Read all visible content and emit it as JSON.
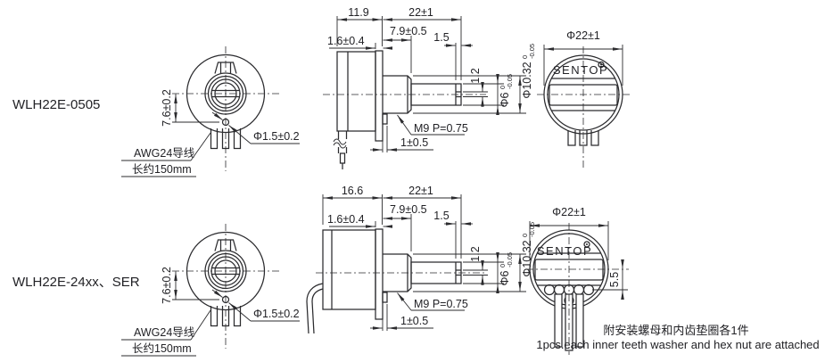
{
  "colors": {
    "line": "#2b2b2e",
    "background": "#ffffff"
  },
  "models": {
    "top": "WLH22E-0505",
    "bottom": "WLH22E-24xx、SER"
  },
  "front_view": {
    "dim_hole_offset": "7.6±0.2",
    "dim_hole_dia": "Φ1.5±0.2",
    "wire_note_line1": "AWG24导线",
    "wire_note_line2": "长约150mm"
  },
  "side_view": {
    "dim_body_depth_top": "11.9",
    "dim_body_depth_bottom": "16.6",
    "dim_shaft_length": "22±1",
    "dim_bushing_length": "7.9±0.5",
    "dim_flange_thickness": "1.6±0.4",
    "dim_slot_depth": "1.5",
    "dim_slot_width": "1.2",
    "dim_shaft_dia": "Φ6",
    "dim_shaft_dia_tol_upper": "0",
    "dim_shaft_dia_tol_lower": "-0.05",
    "dim_bushing_dia": "Φ10.32",
    "dim_bushing_dia_tol_upper": "0",
    "dim_bushing_dia_tol_lower": "-0.05",
    "thread_spec": "M9 P=0.75",
    "dim_pin_protrusion": "1±0.5"
  },
  "rear_view": {
    "dim_outer_dia": "Φ22±1",
    "brand": "SENTOP",
    "dim_terminal_offset": "5.5"
  },
  "notes": {
    "attachment_cn": "附安装螺母和内齿垫圈各1件",
    "attachment_en": "1pcs.each inner teeth washer and hex nut are attached"
  }
}
